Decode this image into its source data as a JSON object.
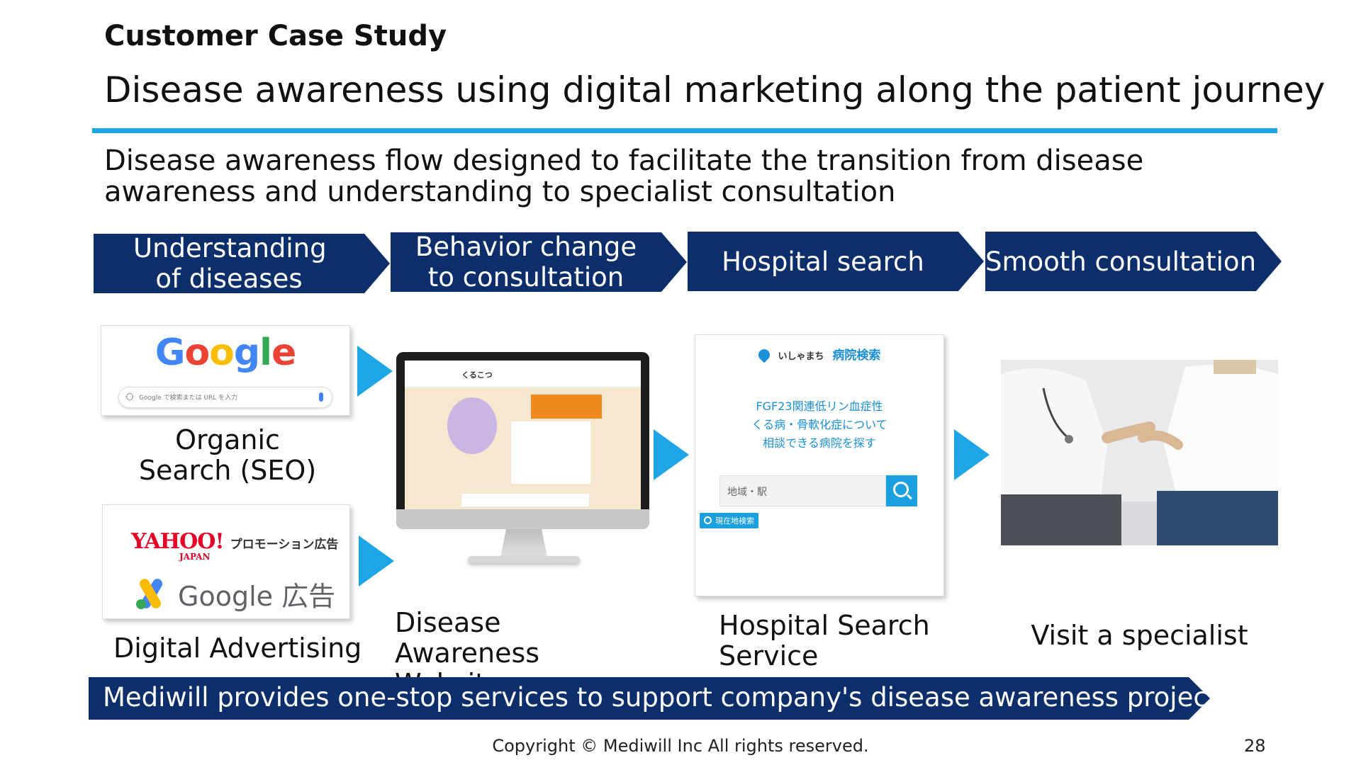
{
  "header": {
    "kicker": "Customer Case Study",
    "title": "Disease awareness using digital marketing along the patient journey"
  },
  "lead": "Disease awareness flow designed to facilitate the transition from disease awareness and understanding to specialist consultation",
  "steps": [
    {
      "label": "Understanding of diseases"
    },
    {
      "label": "Behavior change to consultation"
    },
    {
      "label": "Hospital search"
    },
    {
      "label": "Smooth consultation"
    }
  ],
  "google_card": {
    "logo": "Google",
    "search_placeholder": "Google で検索または URL を入力"
  },
  "ads_card": {
    "yahoo_logo": "YAHOO!",
    "yahoo_sub": "JAPAN",
    "yahoo_promo": "プロモーション広告",
    "google_ads": "Google 広告"
  },
  "website_mock": {
    "logo_text": "くるこつ"
  },
  "hospital_search": {
    "brand_small": "いしゃまち",
    "brand": "病院検索",
    "lines": [
      "FGF23関連低リン血症性",
      "くる病・骨軟化症について",
      "相談できる病院を探す"
    ],
    "input_placeholder": "地域・駅",
    "location_button": "現在地検索"
  },
  "captions": {
    "organic_search": "Organic Search (SEO)",
    "digital_ads": "Digital Advertising",
    "website": "Disease Awareness Website",
    "hospital_service": "Hospital Search Service",
    "visit": "Visit a specialist"
  },
  "banner": "Mediwill provides one-stop services to support company's disease awareness projects.",
  "footer": {
    "copyright": "Copyright © Mediwill Inc All rights reserved.",
    "page_number": "28"
  },
  "colors": {
    "navy": "#0c2e6b",
    "accent_blue": "#1ea5e6",
    "hospital_blue": "#1a8fd8"
  }
}
